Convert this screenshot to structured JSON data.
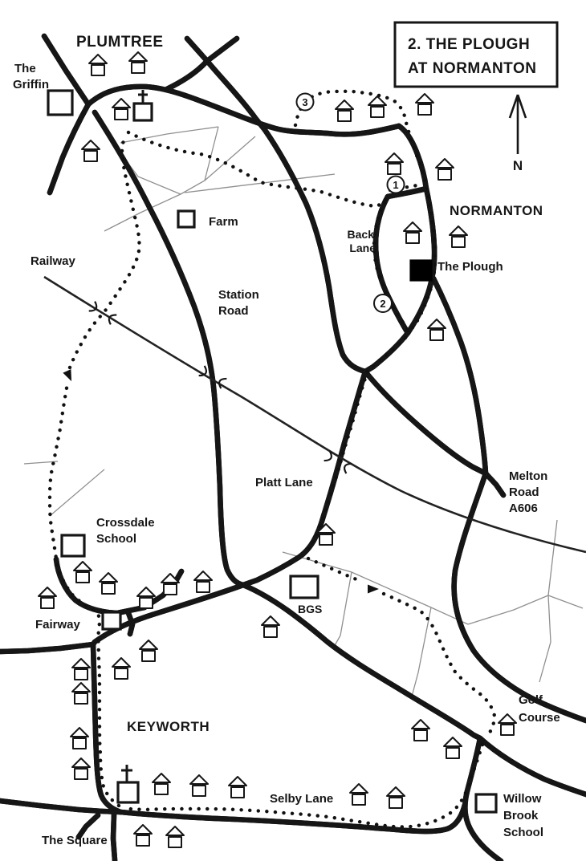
{
  "map_title": {
    "line1": "2.  THE PLOUGH",
    "line2": "AT NORMANTON"
  },
  "compass": {
    "north_label": "N"
  },
  "places": {
    "plumtree": "PLUMTREE",
    "normanton": "NORMANTON",
    "keyworth": "KEYWORTH",
    "griffin_line1": "The",
    "griffin_line2": "Griffin",
    "farm": "Farm",
    "railway": "Railway",
    "station_road_line1": "Station",
    "station_road_line2": "Road",
    "back_lane_line1": "Back",
    "back_lane_line2": "Lane",
    "the_plough": "The Plough",
    "melton_road_line1": "Melton",
    "melton_road_line2": "Road",
    "melton_road_line3": "A606",
    "platt_lane": "Platt Lane",
    "crossdale_line1": "Crossdale",
    "crossdale_line2": "School",
    "fairway": "Fairway",
    "bgs": "BGS",
    "golf_line1": "Golf",
    "golf_line2": "Course",
    "selby_lane": "Selby Lane",
    "the_square": "The Square",
    "willow_line1": "Willow",
    "willow_line2": "Brook",
    "willow_line3": "School"
  },
  "waypoints": [
    {
      "number": "1"
    },
    {
      "number": "2"
    },
    {
      "number": "3"
    }
  ],
  "colors": {
    "ink": "#161616",
    "field_line": "#8f8f8f",
    "background": "#ffffff"
  }
}
